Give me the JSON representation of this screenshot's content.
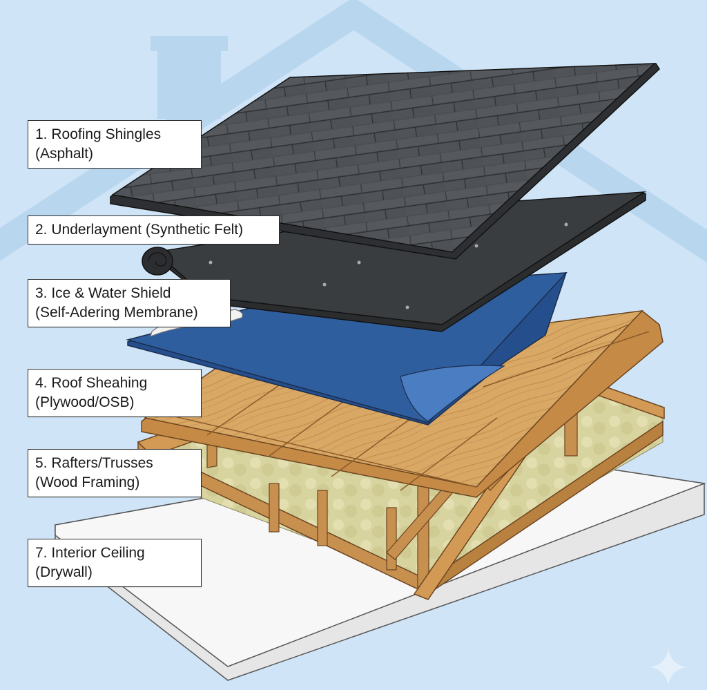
{
  "layers": [
    {
      "line1": "1. Roofing Shingles",
      "line2": "(Asphalt)"
    },
    {
      "line1": "2. Underlayment (Synthetic Felt)",
      "line2": ""
    },
    {
      "line1": "3. Ice & Water Shield",
      "line2": "(Self-Adering Membrane)"
    },
    {
      "line1": "4. Roof Sheahing",
      "line2": "(Plywood/OSB)"
    },
    {
      "line1": "5. Rafters/Trusses",
      "line2": "(Wood Framing)"
    },
    {
      "line1": "7. Interior Ceiling",
      "line2": "(Drywall)"
    }
  ],
  "colors": {
    "background": "#cfe4f6",
    "house_watermark": "#b9d6ef",
    "shingles": "#4a4d52",
    "underlayment": "#36393c",
    "membrane": "#2f5e9e",
    "sheathing": "#d9a865",
    "framing": "#c8904f",
    "insulation": "#d8d4a0",
    "drywall": "#f2f2f2"
  }
}
